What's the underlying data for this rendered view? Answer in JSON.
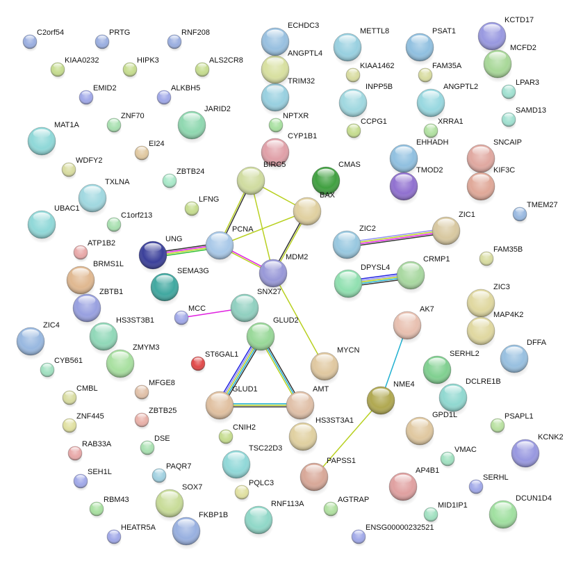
{
  "title": "Protein interaction network",
  "nodes": [
    {
      "label": "C2orf54",
      "color": "#9aaee0"
    },
    {
      "label": "PRTG",
      "color": "#9aaee0"
    },
    {
      "label": "RNF208",
      "color": "#9aaee0"
    },
    {
      "label": "KIAA0232",
      "color": "#c5dc8e"
    },
    {
      "label": "HIPK3",
      "color": "#c5dc8e"
    },
    {
      "label": "ALS2CR8",
      "color": "#c5dc8e"
    },
    {
      "label": "EMID2",
      "color": "#a0a8e8"
    },
    {
      "label": "ALKBH5",
      "color": "#a0a8e8"
    },
    {
      "label": "ZNF70",
      "color": "#a8e0b0"
    },
    {
      "label": "JARID2",
      "color": "#8fd8b0"
    },
    {
      "label": "MAT1A",
      "color": "#8fd8d8"
    },
    {
      "label": "EI24",
      "color": "#e0c8a0"
    },
    {
      "label": "WDFY2",
      "color": "#d8dca0"
    },
    {
      "label": "ZBTB24",
      "color": "#a8e8c8"
    },
    {
      "label": "TXLNA",
      "color": "#a0d8e0"
    },
    {
      "label": "LFNG",
      "color": "#c5dc8e"
    },
    {
      "label": "UBAC1",
      "color": "#90d8d8"
    },
    {
      "label": "C1orf213",
      "color": "#a8e0b0"
    },
    {
      "label": "ATP1B2",
      "color": "#e8a8a8"
    },
    {
      "label": "BRMS1L",
      "color": "#e0b890"
    },
    {
      "label": "UNG",
      "color": "#3a3f9a"
    },
    {
      "label": "SEMA3G",
      "color": "#40a8a0"
    },
    {
      "label": "PCNA",
      "color": "#a8c8e8"
    },
    {
      "label": "BIRC5",
      "color": "#d0dca0"
    },
    {
      "label": "CYP1B1",
      "color": "#e0a0a8"
    },
    {
      "label": "NPTXR",
      "color": "#a8e0a0"
    },
    {
      "label": "TRIM32",
      "color": "#98d0e0"
    },
    {
      "label": "ANGPTL4",
      "color": "#d8e0a0"
    },
    {
      "label": "ECHDC3",
      "color": "#98c0e0"
    },
    {
      "label": "METTL8",
      "color": "#98d0e0"
    },
    {
      "label": "KIAA1462",
      "color": "#d8dca0"
    },
    {
      "label": "INPP5B",
      "color": "#a0d8e0"
    },
    {
      "label": "CCPG1",
      "color": "#c5dc8e"
    },
    {
      "label": "CMAS",
      "color": "#40a040"
    },
    {
      "label": "BAX",
      "color": "#e0d0a0"
    },
    {
      "label": "PSAT1",
      "color": "#90c0e0"
    },
    {
      "label": "FAM35A",
      "color": "#d8dca0"
    },
    {
      "label": "ANGPTL2",
      "color": "#98d8e0"
    },
    {
      "label": "XRRA1",
      "color": "#b0e0a0"
    },
    {
      "label": "EHHADH",
      "color": "#90c0e0"
    },
    {
      "label": "TMOD2",
      "color": "#9070d0"
    },
    {
      "label": "KCTD17",
      "color": "#9898e0"
    },
    {
      "label": "MCFD2",
      "color": "#a8d898"
    },
    {
      "label": "LPAR3",
      "color": "#a0e0d0"
    },
    {
      "label": "SAMD13",
      "color": "#a0e0d0"
    },
    {
      "label": "SNCAIP",
      "color": "#e0a8a0"
    },
    {
      "label": "KIF3C",
      "color": "#e0a898"
    },
    {
      "label": "TMEM27",
      "color": "#98b8e0"
    },
    {
      "label": "ZIC1",
      "color": "#d8c8a0"
    },
    {
      "label": "ZIC2",
      "color": "#98c8e0"
    },
    {
      "label": "FAM35B",
      "color": "#d8dca0"
    },
    {
      "label": "MDM2",
      "color": "#9898d8"
    },
    {
      "label": "DPYSL4",
      "color": "#90e0b0"
    },
    {
      "label": "CRMP1",
      "color": "#a8d8a0"
    },
    {
      "label": "ZIC3",
      "color": "#e0d8a0"
    },
    {
      "label": "MAP4K2",
      "color": "#e0d8a0"
    },
    {
      "label": "DFFA",
      "color": "#98c0e0"
    },
    {
      "label": "ZBTB1",
      "color": "#98a0e0"
    },
    {
      "label": "MCC",
      "color": "#a0a8e8"
    },
    {
      "label": "SNX27",
      "color": "#90d0c0"
    },
    {
      "label": "HS3ST3B1",
      "color": "#90d8b8"
    },
    {
      "label": "ZIC4",
      "color": "#98b8e0"
    },
    {
      "label": "GLUD2",
      "color": "#98d898"
    },
    {
      "label": "ZMYM3",
      "color": "#a8e0a0"
    },
    {
      "label": "CYB561",
      "color": "#a0e0c0"
    },
    {
      "label": "ST6GAL1",
      "color": "#e04848"
    },
    {
      "label": "MYCN",
      "color": "#e0c8a0"
    },
    {
      "label": "AK7",
      "color": "#e8c0b0"
    },
    {
      "label": "SERHL2",
      "color": "#80d090"
    },
    {
      "label": "DCLRE1B",
      "color": "#90d8d0"
    },
    {
      "label": "CMBL",
      "color": "#d8dca0"
    },
    {
      "label": "MFGE8",
      "color": "#e0c0a8"
    },
    {
      "label": "GLUD1",
      "color": "#e0c0a0"
    },
    {
      "label": "AMT",
      "color": "#e0c0a8"
    },
    {
      "label": "NME4",
      "color": "#b0a850"
    },
    {
      "label": "ZNF445",
      "color": "#e0e0a0"
    },
    {
      "label": "ZBTB25",
      "color": "#e8b0a8"
    },
    {
      "label": "HS3ST3A1",
      "color": "#e0d0a0"
    },
    {
      "label": "GPD1L",
      "color": "#e0c8a0"
    },
    {
      "label": "PSAPL1",
      "color": "#b8e0a0"
    },
    {
      "label": "RAB33A",
      "color": "#e8a8a8"
    },
    {
      "label": "DSE",
      "color": "#a8e0b0"
    },
    {
      "label": "CNIH2",
      "color": "#c5dc8e"
    },
    {
      "label": "TSC22D3",
      "color": "#90d8d8"
    },
    {
      "label": "KCNK2",
      "color": "#9898e0"
    },
    {
      "label": "VMAC",
      "color": "#a0e0c0"
    },
    {
      "label": "SEH1L",
      "color": "#a0a8e8"
    },
    {
      "label": "PAQR7",
      "color": "#a0d0e0"
    },
    {
      "label": "PAPSS1",
      "color": "#d8a898"
    },
    {
      "label": "AP4B1",
      "color": "#e0a0a0"
    },
    {
      "label": "SERHL",
      "color": "#a0a8e8"
    },
    {
      "label": "SOX7",
      "color": "#c8dc98"
    },
    {
      "label": "PQLC3",
      "color": "#e0e0a0"
    },
    {
      "label": "RBM43",
      "color": "#a8e0a0"
    },
    {
      "label": "RNF113A",
      "color": "#90d8c8"
    },
    {
      "label": "AGTRAP",
      "color": "#b0e0a0"
    },
    {
      "label": "MID1IP1",
      "color": "#a0e0c0"
    },
    {
      "label": "DCUN1D4",
      "color": "#a0e0a0"
    },
    {
      "label": "HEATR5A",
      "color": "#a0a8e8"
    },
    {
      "label": "FKBP1B",
      "color": "#98b0e0"
    },
    {
      "label": "ENSG00000232521",
      "color": "#a0a8e8"
    }
  ],
  "edges": [
    {
      "source": "UNG",
      "target": "PCNA",
      "colors": [
        "#333333",
        "#e020e0",
        "#b8d020",
        "#30c030"
      ]
    },
    {
      "source": "PCNA",
      "target": "BIRC5",
      "colors": [
        "#b8d020",
        "#333333"
      ]
    },
    {
      "source": "PCNA",
      "target": "BAX",
      "colors": [
        "#b8d020"
      ]
    },
    {
      "source": "PCNA",
      "target": "MDM2",
      "colors": [
        "#e020e0",
        "#b8d020"
      ]
    },
    {
      "source": "BIRC5",
      "target": "BAX",
      "colors": [
        "#b8d020"
      ]
    },
    {
      "source": "BIRC5",
      "target": "MDM2",
      "colors": [
        "#b8d020"
      ]
    },
    {
      "source": "BAX",
      "target": "MDM2",
      "colors": [
        "#b8d020",
        "#333333"
      ]
    },
    {
      "source": "MDM2",
      "target": "MYCN",
      "colors": [
        "#b8d020"
      ]
    },
    {
      "source": "ZIC2",
      "target": "ZIC1",
      "colors": [
        "#9090f0",
        "#b8d020",
        "#e020e0",
        "#333333"
      ]
    },
    {
      "source": "DPYSL4",
      "target": "CRMP1",
      "colors": [
        "#2020e0",
        "#9090f0",
        "#b8d020",
        "#20b0d0",
        "#333333"
      ]
    },
    {
      "source": "MCC",
      "target": "SNX27",
      "colors": [
        "#e020e0"
      ]
    },
    {
      "source": "GLUD2",
      "target": "GLUD1",
      "colors": [
        "#333333",
        "#20b0d0",
        "#b8d020",
        "#9090f0",
        "#2020e0"
      ]
    },
    {
      "source": "GLUD2",
      "target": "AMT",
      "colors": [
        "#333333",
        "#20b0d0",
        "#b8d020"
      ]
    },
    {
      "source": "GLUD1",
      "target": "AMT",
      "colors": [
        "#20b0d0",
        "#b8d020",
        "#333333"
      ]
    },
    {
      "source": "AK7",
      "target": "NME4",
      "colors": [
        "#20b0d0"
      ]
    },
    {
      "source": "NME4",
      "target": "PAPSS1",
      "colors": [
        "#b8d020"
      ]
    }
  ]
}
